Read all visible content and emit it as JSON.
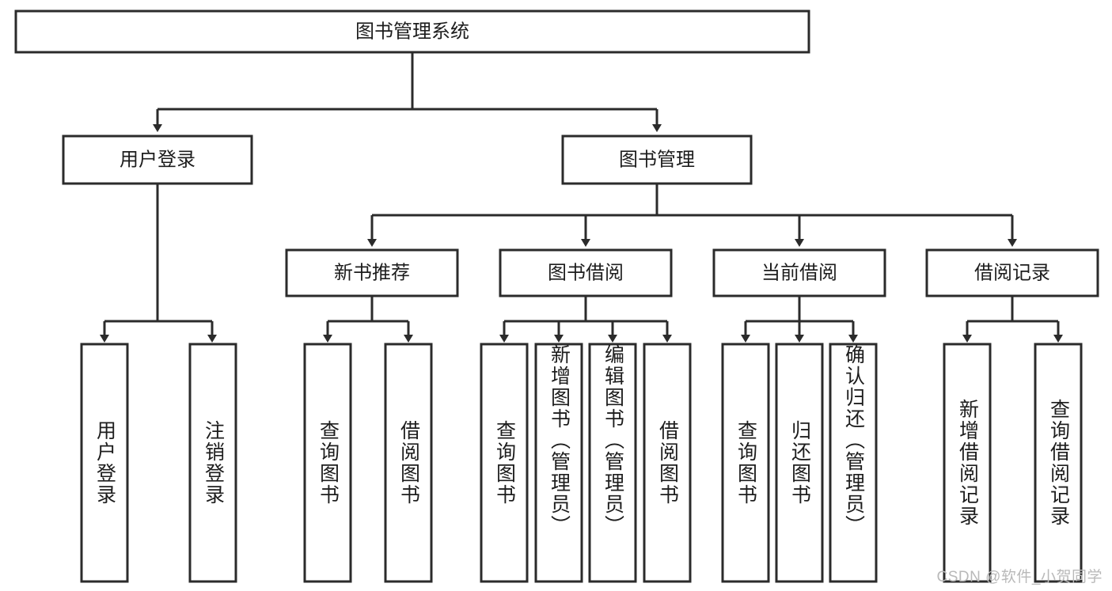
{
  "diagram": {
    "type": "tree-hierarchy",
    "title": "图书管理系统",
    "root": {
      "id": "root",
      "label": "图书管理系统",
      "orientation": "horizontal"
    },
    "level2": [
      {
        "id": "user-login",
        "label": "用户登录",
        "orientation": "horizontal"
      },
      {
        "id": "book-management",
        "label": "图书管理",
        "orientation": "horizontal"
      }
    ],
    "level3": [
      {
        "id": "new-book-recommend",
        "label": "新书推荐",
        "parent": "book-management",
        "orientation": "horizontal"
      },
      {
        "id": "book-borrow",
        "label": "图书借阅",
        "parent": "book-management",
        "orientation": "horizontal"
      },
      {
        "id": "current-borrow",
        "label": "当前借阅",
        "parent": "book-management",
        "orientation": "horizontal"
      },
      {
        "id": "borrow-record",
        "label": "借阅记录",
        "parent": "book-management",
        "orientation": "horizontal"
      }
    ],
    "leaves": [
      {
        "id": "leaf-user-login",
        "label": "用户登录",
        "parent": "user-login",
        "orientation": "vertical"
      },
      {
        "id": "leaf-user-logout",
        "label": "注销登录",
        "parent": "user-login",
        "orientation": "vertical"
      },
      {
        "id": "leaf-query-book-1",
        "label": "查询图书",
        "parent": "new-book-recommend",
        "orientation": "vertical"
      },
      {
        "id": "leaf-borrow-book-1",
        "label": "借阅图书",
        "parent": "new-book-recommend",
        "orientation": "vertical"
      },
      {
        "id": "leaf-query-book-2",
        "label": "查询图书",
        "parent": "book-borrow",
        "orientation": "vertical"
      },
      {
        "id": "leaf-add-book",
        "label": "新增图书（管理员）",
        "parent": "book-borrow",
        "orientation": "vertical"
      },
      {
        "id": "leaf-edit-book",
        "label": "编辑图书（管理员）",
        "parent": "book-borrow",
        "orientation": "vertical"
      },
      {
        "id": "leaf-borrow-book-2",
        "label": "借阅图书",
        "parent": "book-borrow",
        "orientation": "vertical"
      },
      {
        "id": "leaf-query-book-3",
        "label": "查询图书",
        "parent": "current-borrow",
        "orientation": "vertical"
      },
      {
        "id": "leaf-return-book",
        "label": "归还图书",
        "parent": "current-borrow",
        "orientation": "vertical"
      },
      {
        "id": "leaf-confirm-return",
        "label": "确认归还（管理员）",
        "parent": "current-borrow",
        "orientation": "vertical"
      },
      {
        "id": "leaf-add-record",
        "label": "新增借阅记录",
        "parent": "borrow-record",
        "orientation": "vertical"
      },
      {
        "id": "leaf-query-record",
        "label": "查询借阅记录",
        "parent": "borrow-record",
        "orientation": "vertical"
      }
    ],
    "colors": {
      "stroke": "#2b2b2b",
      "fill": "#ffffff",
      "text": "#1d1d1d",
      "watermark": "#b9b9b9"
    }
  },
  "watermark": {
    "text": "CSDN @软件_小贺同学"
  }
}
